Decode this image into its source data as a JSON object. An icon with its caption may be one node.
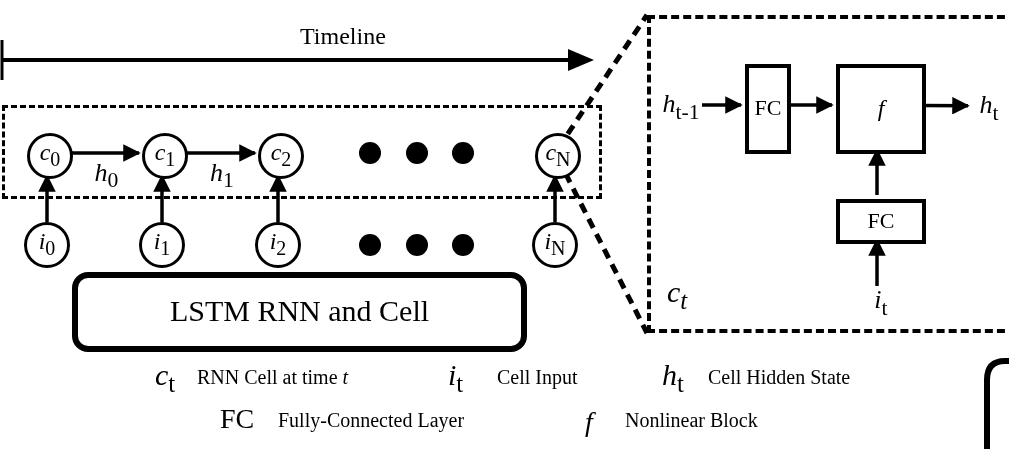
{
  "diagram": {
    "nodes": [
      {
        "text": [],
        "shape": "box"
      },
      {
        "text": [
          "*c*$_{0}$"
        ],
        "in": 0
      },
      {
        "text": [
          "*c*$_{1}$"
        ],
        "in": 0
      },
      {
        "text": [
          "*c*$_{2}$"
        ],
        "in": 0
      },
      {
        "text": [
          "*c*$_{N}$"
        ],
        "in": 0
      },
      {
        "text": [
          "*i*$_{0}$"
        ]
      },
      {
        "text": [
          "*i*$_{1}$"
        ]
      },
      {
        "text": [
          "*i*$_{2}$"
        ]
      },
      {
        "text": [
          "*i*$_{N}$"
        ]
      },
      {
        "text": [
          "LSTM RNN and Cell"
        ]
      },
      {
        "text": [
          "*c*$_{t}$"
        ]
      },
      {
        "text": [
          "*h*$_{t-1}$"
        ],
        "in": 10
      },
      {
        "text": [
          "FC"
        ],
        "in": 10
      },
      {
        "text": [
          "f"
        ],
        "in": 10
      },
      {
        "text": [
          "*h*$_{t}$"
        ],
        "in": 10
      },
      {
        "text": [
          "FC"
        ],
        "in": 10
      },
      {
        "text": [
          "*i*$_{t}$"
        ],
        "in": 10
      }
    ],
    "edges": [
      {
        "from": 5,
        "to": 1,
        "arrow": "to"
      },
      {
        "from": 6,
        "to": 2,
        "arrow": "to"
      },
      {
        "from": 7,
        "to": 3,
        "arrow": "to"
      },
      {
        "from": 8,
        "to": 4,
        "arrow": "to"
      },
      {
        "from": 1,
        "to": 2,
        "arrow": "to",
        "label": "*h*$_{0}$"
      },
      {
        "from": 2,
        "to": 3,
        "arrow": "to",
        "label": "*h*$_{1}$"
      },
      {
        "from": 4,
        "to": 10,
        "arrow": "none",
        "style": "dashed"
      },
      {
        "from": 4,
        "to": 10,
        "arrow": "none",
        "style": "dashed"
      },
      {
        "from": 11,
        "to": 12,
        "arrow": "to"
      },
      {
        "from": 12,
        "to": 13,
        "arrow": "to"
      },
      {
        "from": 13,
        "to": 14,
        "arrow": "to"
      },
      {
        "from": 15,
        "to": 13,
        "arrow": "to"
      },
      {
        "from": 16,
        "to": 15,
        "arrow": "to"
      }
    ],
    "labels": [
      "Timeline",
      "*c*$_{t}$",
      "RNN Cell at time *t*",
      "*i*$_{t}$",
      "Cell Input",
      "*h*$_{t}$",
      "Cell Hidden State",
      "FC",
      "Fully-Connected Layer",
      "f",
      "Nonlinear Block"
    ]
  }
}
